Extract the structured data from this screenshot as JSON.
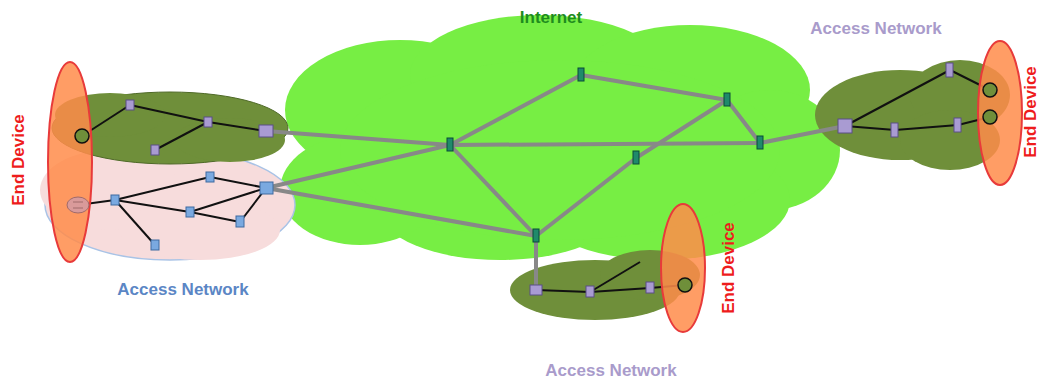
{
  "diagram": {
    "nodes": [
      {
        "text": [
          "End Device"
        ]
      },
      {
        "text": [
          "Access Network"
        ]
      },
      {
        "text": [
          "Internet"
        ]
      },
      {
        "text": [
          "Access Network"
        ]
      },
      {
        "text": [
          "End Device"
        ]
      },
      {
        "text": [
          "End Device"
        ]
      },
      {
        "text": [
          "Access Network"
        ]
      }
    ]
  }
}
